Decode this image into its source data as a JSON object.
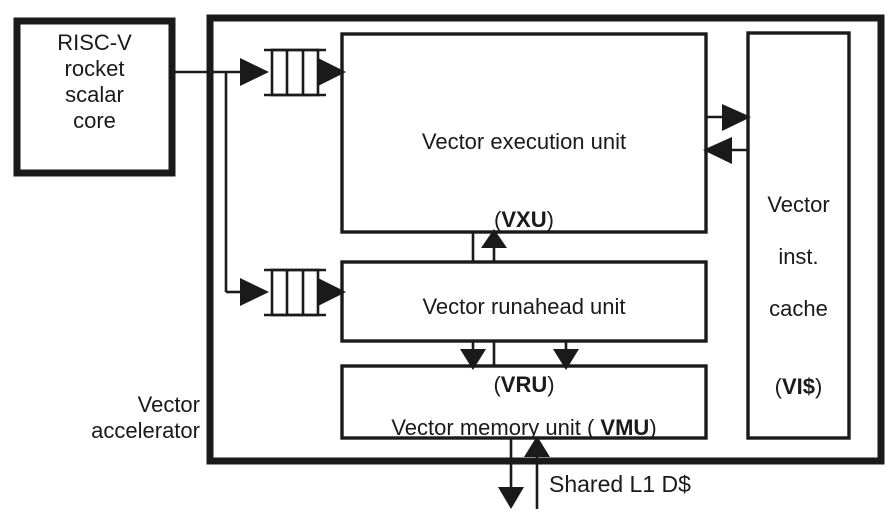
{
  "diagram": {
    "title": "Vector accelerator block diagram",
    "colors": {
      "stroke": "#1a1a1a",
      "fill": "#ffffff"
    },
    "scalar_core": {
      "label": "RISC-V\nrocket\nscalar\ncore"
    },
    "accelerator": {
      "label": "Vector\naccelerator"
    },
    "vxu": {
      "line1": "Vector execution unit",
      "line2_prefix": "(",
      "line2_acronym": "VXU",
      "line2_suffix": ")"
    },
    "vru": {
      "line1": "Vector runahead unit",
      "line2_prefix": "(",
      "line2_acronym": "VRU",
      "line2_suffix": ")"
    },
    "vmu": {
      "prefix": "Vector memory unit ( ",
      "acronym": "VMU",
      "suffix": ")"
    },
    "vicache": {
      "line1": "Vector",
      "line2": "inst.",
      "line3": "cache",
      "line4_prefix": "(",
      "line4_acronym": "VI$",
      "line4_suffix": ")"
    },
    "shared_cache": {
      "label": "Shared L1 D$"
    },
    "queues": [
      {
        "name": "vxu-instruction-queue",
        "cells": 3
      },
      {
        "name": "vru-instruction-queue",
        "cells": 3
      }
    ],
    "connections": [
      {
        "from": "scalar-core",
        "to": "vxu-instruction-queue",
        "direction": "right"
      },
      {
        "from": "vxu-instruction-queue",
        "to": "vxu",
        "direction": "right"
      },
      {
        "from": "scalar-core",
        "to": "vru-instruction-queue",
        "direction": "right"
      },
      {
        "from": "vru-instruction-queue",
        "to": "vru",
        "direction": "right"
      },
      {
        "from": "vxu",
        "to": "vicache",
        "direction": "right"
      },
      {
        "from": "vicache",
        "to": "vxu",
        "direction": "left"
      },
      {
        "from": "vru",
        "to": "vxu",
        "direction": "up"
      },
      {
        "from": "vru",
        "to": "vmu",
        "direction": "down"
      },
      {
        "from": "vmu",
        "to": "shared-l1-dcache",
        "direction": "down"
      },
      {
        "from": "shared-l1-dcache",
        "to": "vmu",
        "direction": "up"
      }
    ]
  }
}
